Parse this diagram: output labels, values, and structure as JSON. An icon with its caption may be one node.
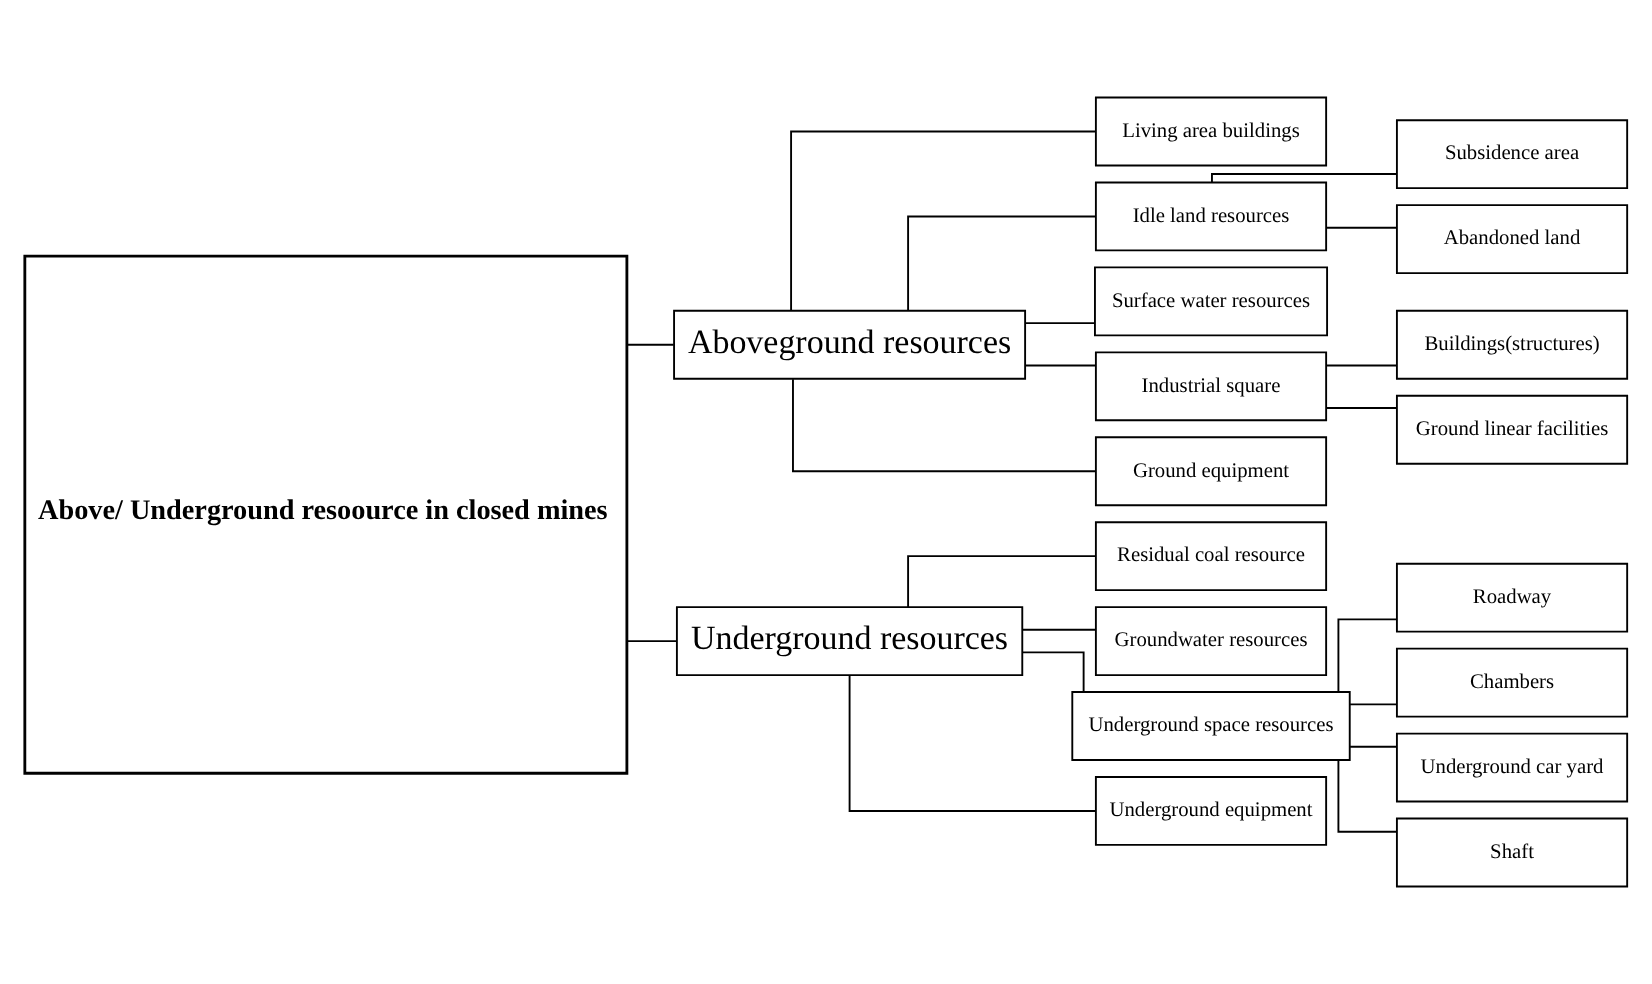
{
  "diagram": {
    "nodes": [
      {
        "text": [
          "Above/ Underground resoource in closed mines"
        ]
      },
      {
        "text": [
          "Aboveground resources"
        ]
      },
      {
        "text": [
          "Living area buildings"
        ]
      },
      {
        "text": [
          "Idle land resources"
        ]
      },
      {
        "text": [
          "Subsidence area"
        ]
      },
      {
        "text": [
          "Abandoned land"
        ]
      },
      {
        "text": [
          "Surface water resources"
        ]
      },
      {
        "text": [
          "Industrial square"
        ]
      },
      {
        "text": [
          "Buildings(structures)"
        ]
      },
      {
        "text": [
          "Ground linear facilities"
        ]
      },
      {
        "text": [
          "Ground equipment"
        ]
      },
      {
        "text": [
          "Underground resources"
        ]
      },
      {
        "text": [
          "Residual coal resource"
        ]
      },
      {
        "text": [
          "Groundwater resources"
        ]
      },
      {
        "text": [
          "Underground space resources"
        ]
      },
      {
        "text": [
          "Roadway"
        ]
      },
      {
        "text": [
          "Chambers"
        ]
      },
      {
        "text": [
          "Underground car yard"
        ]
      },
      {
        "text": [
          "Shaft"
        ]
      },
      {
        "text": [
          "Underground equipment"
        ]
      }
    ],
    "edges": [
      {
        "from": 0,
        "to": 1,
        "arrow": "none"
      },
      {
        "from": 0,
        "to": 11,
        "arrow": "none"
      },
      {
        "from": 1,
        "to": 2,
        "arrow": "none"
      },
      {
        "from": 1,
        "to": 3,
        "arrow": "none"
      },
      {
        "from": 1,
        "to": 6,
        "arrow": "none"
      },
      {
        "from": 1,
        "to": 7,
        "arrow": "none"
      },
      {
        "from": 1,
        "to": 10,
        "arrow": "none"
      },
      {
        "from": 3,
        "to": 4,
        "arrow": "none"
      },
      {
        "from": 3,
        "to": 5,
        "arrow": "none"
      },
      {
        "from": 7,
        "to": 8,
        "arrow": "none"
      },
      {
        "from": 7,
        "to": 9,
        "arrow": "none"
      },
      {
        "from": 11,
        "to": 12,
        "arrow": "none"
      },
      {
        "from": 11,
        "to": 13,
        "arrow": "none"
      },
      {
        "from": 11,
        "to": 14,
        "arrow": "none"
      },
      {
        "from": 11,
        "to": 19,
        "arrow": "none"
      },
      {
        "from": 14,
        "to": 15,
        "arrow": "none"
      },
      {
        "from": 14,
        "to": 16,
        "arrow": "none"
      },
      {
        "from": 14,
        "to": 17,
        "arrow": "none"
      },
      {
        "from": 14,
        "to": 18,
        "arrow": "none"
      }
    ]
  }
}
